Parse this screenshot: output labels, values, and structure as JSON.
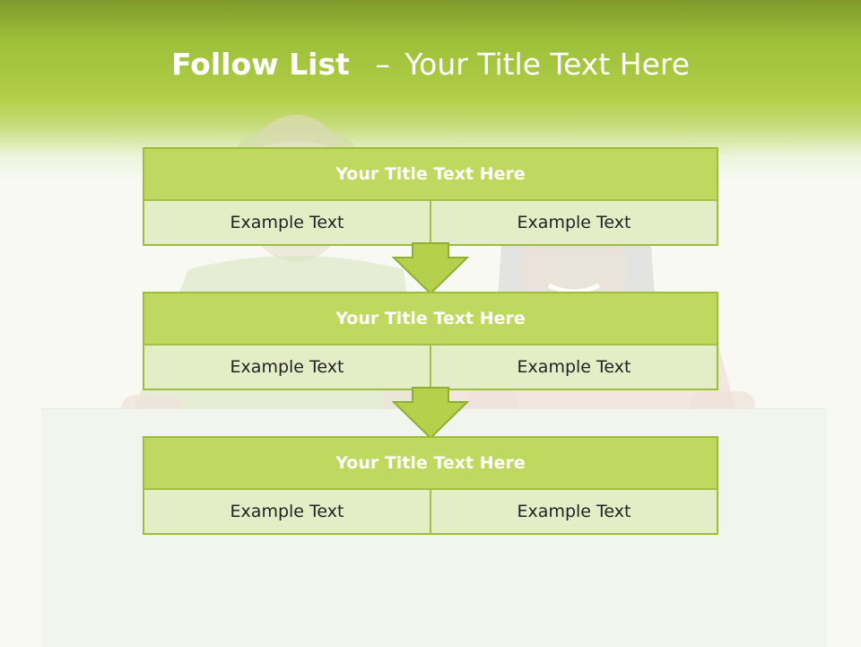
{
  "slide": {
    "title_bold": "Follow List",
    "title_sep": "–",
    "title_rest": "Your Title Text Here"
  },
  "boxes": [
    {
      "title": "Your Title Text Here",
      "left": "Example Text",
      "right": "Example Text"
    },
    {
      "title": "Your Title Text Here",
      "left": "Example Text",
      "right": "Example Text"
    },
    {
      "title": "Your Title Text Here",
      "left": "Example Text",
      "right": "Example Text"
    }
  ],
  "colors": {
    "accent": "#b2cf48",
    "box_title": "#bfd85f",
    "box_body": "#e3edc6",
    "arrow": "#b5d14c"
  },
  "icons": [
    "down-arrow-icon",
    "down-arrow-icon"
  ]
}
